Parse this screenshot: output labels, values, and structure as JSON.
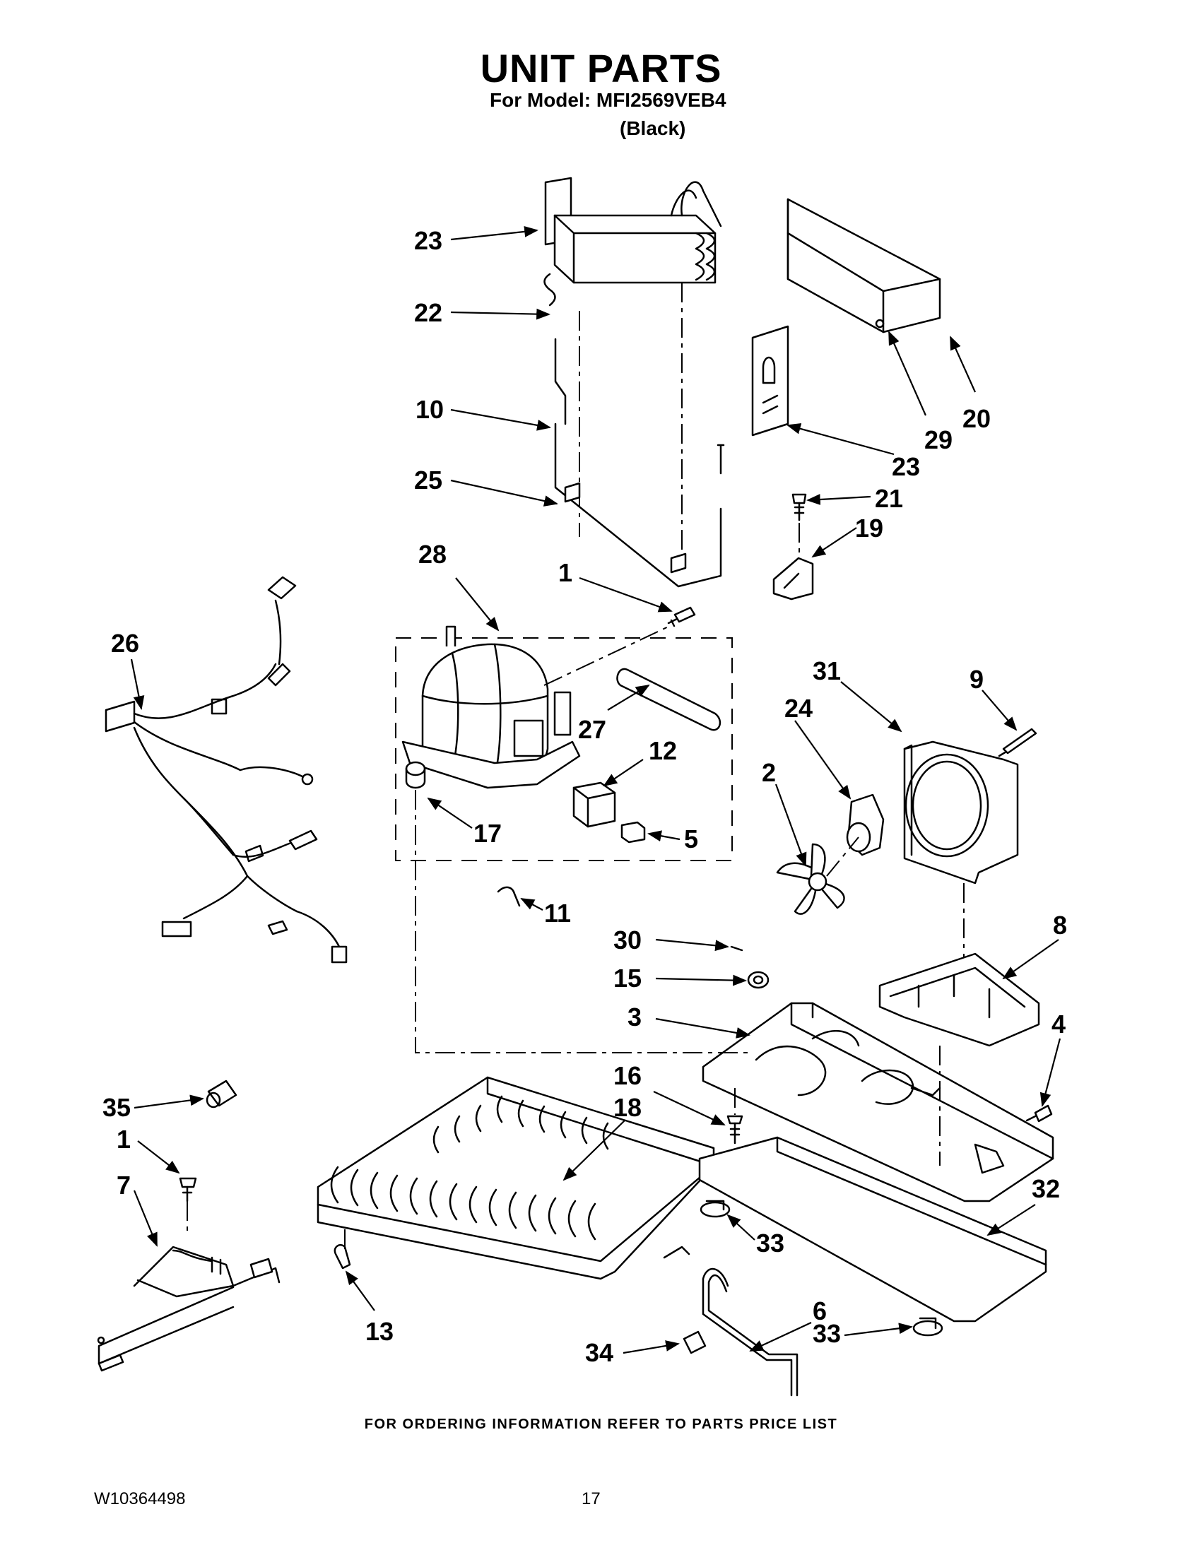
{
  "header": {
    "title": "UNIT PARTS",
    "model": "For Model: MFI2569VEB4",
    "color": "(Black)"
  },
  "footer": {
    "ordering_note": "FOR ORDERING INFORMATION REFER TO PARTS PRICE LIST",
    "document_number": "W10364498",
    "page_number": "17"
  },
  "callouts": [
    {
      "id": "c23a",
      "label": "23"
    },
    {
      "id": "c22",
      "label": "22"
    },
    {
      "id": "c10",
      "label": "10"
    },
    {
      "id": "c25",
      "label": "25"
    },
    {
      "id": "c28",
      "label": "28"
    },
    {
      "id": "c1a",
      "label": "1"
    },
    {
      "id": "c26",
      "label": "26"
    },
    {
      "id": "c20",
      "label": "20"
    },
    {
      "id": "c29",
      "label": "29"
    },
    {
      "id": "c23b",
      "label": "23"
    },
    {
      "id": "c21",
      "label": "21"
    },
    {
      "id": "c19",
      "label": "19"
    },
    {
      "id": "c31",
      "label": "31"
    },
    {
      "id": "c9",
      "label": "9"
    },
    {
      "id": "c24",
      "label": "24"
    },
    {
      "id": "c2",
      "label": "2"
    },
    {
      "id": "c27",
      "label": "27"
    },
    {
      "id": "c12",
      "label": "12"
    },
    {
      "id": "c17",
      "label": "17"
    },
    {
      "id": "c5",
      "label": "5"
    },
    {
      "id": "c11",
      "label": "11"
    },
    {
      "id": "c30",
      "label": "30"
    },
    {
      "id": "c15",
      "label": "15"
    },
    {
      "id": "c8",
      "label": "8"
    },
    {
      "id": "c3",
      "label": "3"
    },
    {
      "id": "c4",
      "label": "4"
    },
    {
      "id": "c16",
      "label": "16"
    },
    {
      "id": "c18",
      "label": "18"
    },
    {
      "id": "c35",
      "label": "35"
    },
    {
      "id": "c1b",
      "label": "1"
    },
    {
      "id": "c7",
      "label": "7"
    },
    {
      "id": "c32",
      "label": "32"
    },
    {
      "id": "c33a",
      "label": "33"
    },
    {
      "id": "c13",
      "label": "13"
    },
    {
      "id": "c6",
      "label": "6"
    },
    {
      "id": "c34",
      "label": "34"
    },
    {
      "id": "c33b",
      "label": "33"
    }
  ]
}
